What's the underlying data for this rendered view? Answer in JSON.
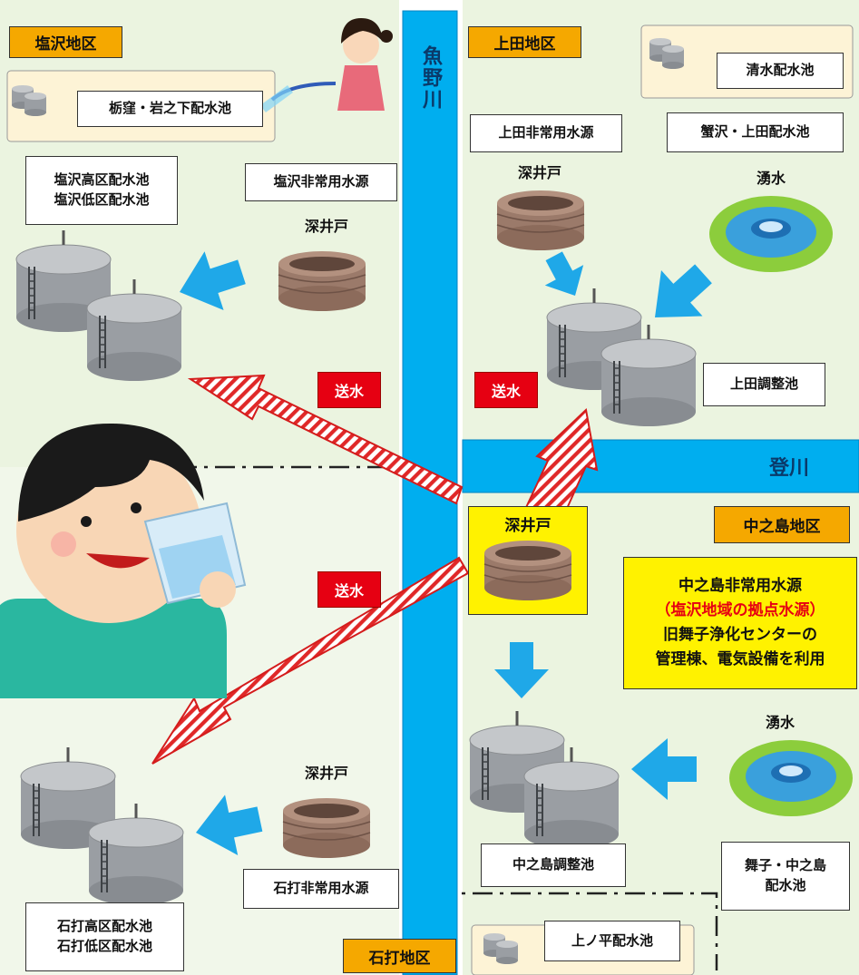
{
  "districts": {
    "shiozawa": "塩沢地区",
    "ueda": "上田地区",
    "nakanoshima": "中之島地区",
    "ishiuchi": "石打地区"
  },
  "rivers": {
    "uonogawa": "魚野川",
    "noborikawa": "登川"
  },
  "facilities": {
    "tochikubo": "栃窪・岩之下配水池",
    "shiozawa_reservoirs": "塩沢高区配水池\n塩沢低区配水池",
    "shiozawa_emergency": "塩沢非常用水源",
    "shiozawa_well": "深井戸",
    "ueda_emergency": "上田非常用水源",
    "ueda_well": "深井戸",
    "shimizu": "清水配水池",
    "kanizawa": "蟹沢・上田配水池",
    "ueda_spring": "湧水",
    "ueda_regulating": "上田調整池",
    "center_well": "深井戸",
    "nakanoshima_spring": "湧水",
    "nakanoshima_regulating": "中之島調整池",
    "maiko": "舞子・中之島\n配水池",
    "ishiuchi_well": "深井戸",
    "ishiuchi_emergency": "石打非常用水源",
    "ishiuchi_reservoirs": "石打高区配水池\n石打低区配水池",
    "kaminodaira": "上ノ平配水池"
  },
  "emergency_source": {
    "line1": "中之島非常用水源",
    "line2": "（塩沢地域の拠点水源）",
    "line3": "旧舞子浄化センターの",
    "line4": "管理棟、電気設備を利用"
  },
  "transfer_labels": {
    "a": "送水",
    "b": "送水",
    "c": "送水"
  },
  "colors": {
    "river": "#00aeef",
    "district": "#f5a800",
    "send": "#e60012",
    "emergency_box": "#fff200",
    "arrow_blue": "#1fa8e8",
    "background": "#e8f3dc"
  },
  "icons": [
    "reservoir-tank-icon",
    "deep-well-icon",
    "spring-icon",
    "girl-watering-icon",
    "boy-drinking-icon"
  ]
}
